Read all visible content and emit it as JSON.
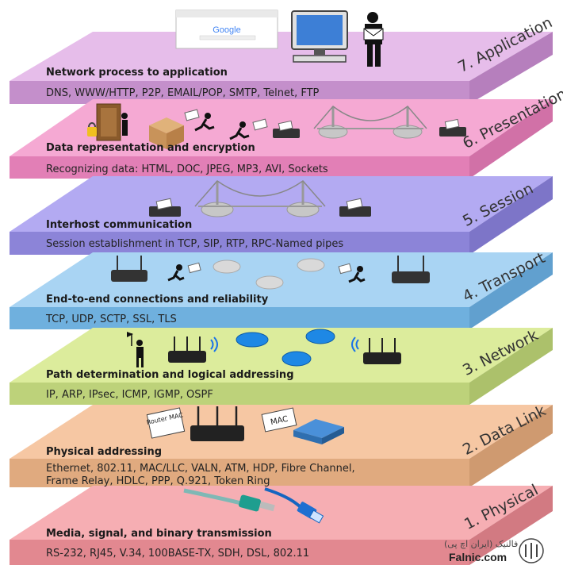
{
  "layers": [
    {
      "number": 7,
      "name_label": "7. Application",
      "title": "Network process to application",
      "protocols": "DNS, WWW/HTTP, P2P, EMAIL/POP, SMTP, Telnet, FTP",
      "colors": {
        "top": "#e6bdea",
        "front": "#c48fcb",
        "side": "#b67fbd"
      }
    },
    {
      "number": 6,
      "name_label": "6. Presentation",
      "title": "Data representation and encryption",
      "protocols": "Recognizing data: HTML, DOC, JPEG, MP3, AVI, Sockets",
      "colors": {
        "top": "#f5a9d3",
        "front": "#e27fb6",
        "side": "#d171a7"
      }
    },
    {
      "number": 5,
      "name_label": "5. Session",
      "title": "Interhost communication",
      "protocols": "Session establishment in TCP, SIP, RTP, RPC-Named pipes",
      "colors": {
        "top": "#b3aaf2",
        "front": "#8c84d8",
        "side": "#7d75c8"
      }
    },
    {
      "number": 4,
      "name_label": "4. Transport",
      "title": "End-to-end connections and reliability",
      "protocols": "TCP, UDP, SCTP, SSL, TLS",
      "colors": {
        "top": "#a9d4f3",
        "front": "#6fb0de",
        "side": "#61a0cf"
      }
    },
    {
      "number": 3,
      "name_label": "3. Network",
      "title": "Path determination and logical addressing",
      "protocols": "IP, ARP, IPsec, ICMP, IGMP, OSPF",
      "colors": {
        "top": "#dcec9c",
        "front": "#bdd27a",
        "side": "#acc16b"
      }
    },
    {
      "number": 2,
      "name_label": "2. Data Link",
      "title": "Physical addressing",
      "protocols": "Ethernet, 802.11, MAC/LLC, VALN, ATM, HDP, Fibre Channel,",
      "protocols_line2": "Frame Relay, HDLC,  PPP, Q.921, Token Ring",
      "colors": {
        "top": "#f6c7a3",
        "front": "#e0aa7f",
        "side": "#cf9a70"
      }
    },
    {
      "number": 1,
      "name_label": "1. Physical",
      "title": "Media, signal, and binary transmission",
      "protocols": "RS-232, RJ45, V.34, 100BASE-TX, SDH, DSL, 802.11",
      "colors": {
        "top": "#f6aeb3",
        "front": "#e28890",
        "side": "#d27a82"
      }
    }
  ],
  "labels": {
    "google_logo": "Google",
    "router_mac_tag": "Router MAC",
    "mac_tag": "MAC"
  },
  "branding": {
    "brand_fa": "فالنیک (ایران اچ پی)",
    "brand_en": "Falnic.com"
  },
  "icons": [
    "browser-window-icon",
    "desktop-computer-icon",
    "person-with-envelope-icon",
    "door-lock-icon",
    "package-icon",
    "running-messenger-icon",
    "router-icon",
    "bridge-icon",
    "wifi-signal-icon",
    "flag-person-icon",
    "switch-icon",
    "fiber-cable-icon",
    "ethernet-cable-icon",
    "brand-logo-icon"
  ]
}
